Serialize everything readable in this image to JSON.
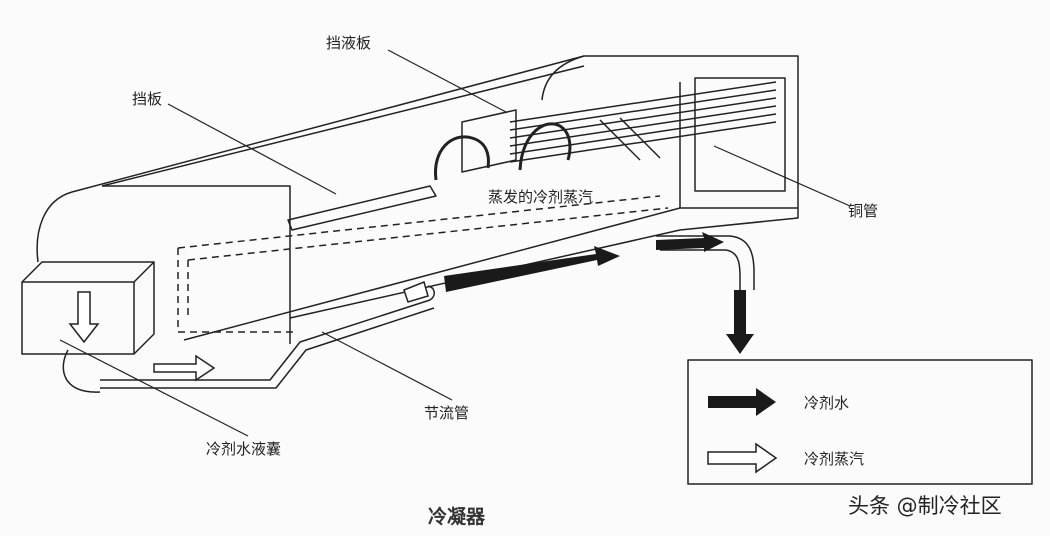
{
  "labels": {
    "baffle_liquid": "挡液板",
    "baffle": "挡板",
    "evaporated_vapor": "蒸发的冷剂蒸汽",
    "copper_tube": "铜管",
    "throttle_tube": "节流管",
    "refrigerant_water_tank": "冷剂水液囊"
  },
  "legend": {
    "water_label": "冷剂水",
    "vapor_label": "冷剂蒸汽"
  },
  "caption": "冷凝器",
  "watermark": "头条 @制冷社区",
  "colors": {
    "line": "#222222",
    "dark_arrow": "#1a1a1a",
    "hollow_arrow": "#ffffff",
    "background": "#fbfbfb"
  }
}
